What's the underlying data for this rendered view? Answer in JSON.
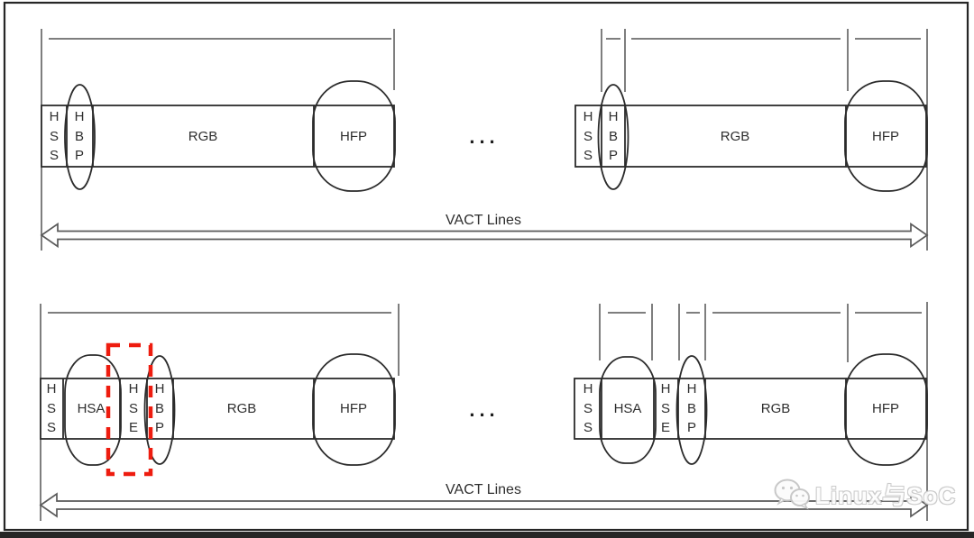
{
  "rows": [
    {
      "vact_label": "VACT Lines",
      "gap_ellipsis": "...",
      "left_bar": {
        "segments": [
          "H\nS\nS",
          "H\nB\nP",
          "RGB",
          "HFP"
        ]
      },
      "right_bar": {
        "segments": [
          "H\nS\nS",
          "H\nB\nP",
          "RGB",
          "HFP"
        ]
      }
    },
    {
      "vact_label": "VACT Lines",
      "gap_ellipsis": "...",
      "left_bar": {
        "segments": [
          "H\nS\nS",
          "HSA",
          "H\nS\nE",
          "H\nB\nP",
          "RGB",
          "HFP"
        ]
      },
      "right_bar": {
        "segments": [
          "H\nS\nS",
          "HSA",
          "H\nS\nE",
          "H\nB\nP",
          "RGB",
          "HFP"
        ]
      }
    }
  ],
  "highlight": {
    "target_segment": "HSE",
    "color": "#ee1c0f",
    "style": "dashed-rectangle"
  },
  "watermark": {
    "text": "Linux与SoC",
    "icon": "wechat-icon"
  },
  "colors": {
    "outline_dark": "#2b2b2b",
    "measure_gray": "#7e7e7e",
    "arrow_gray": "#5a5a5a",
    "footer_bar": "#262626"
  }
}
